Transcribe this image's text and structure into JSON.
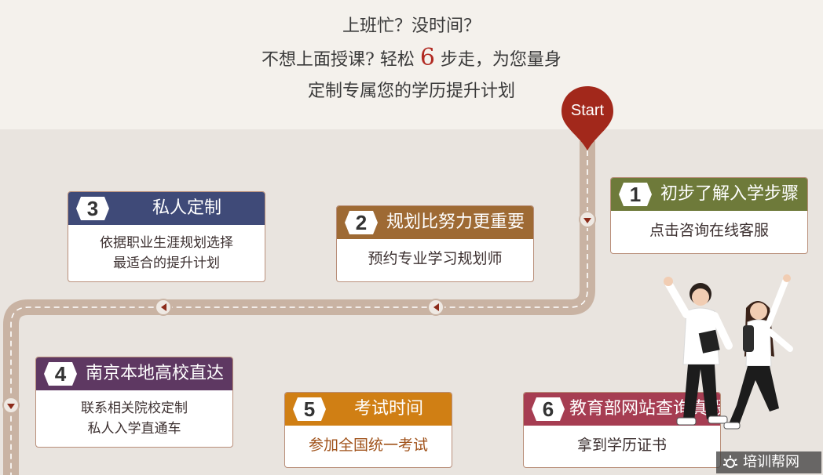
{
  "intro": {
    "line1": "上班忙？没时间？",
    "line2_before": "不想上面授课? 轻松 ",
    "line2_num": "6",
    "line2_after": " 步走，为您量身",
    "line3": "定制专属您的学历提升计划"
  },
  "start_label": "Start",
  "steps": [
    {
      "num": "1",
      "title": "初步了解入学步骤",
      "desc": [
        "点击咨询在线客服"
      ],
      "color": "#6e7a3a"
    },
    {
      "num": "2",
      "title": "规划比努力更重要",
      "desc": [
        "预约专业学习规划师"
      ],
      "color": "#9e6a34"
    },
    {
      "num": "3",
      "title": "私人定制",
      "desc": [
        "依据职业生涯规划选择",
        "最适合的提升计划"
      ],
      "color": "#3f4a78"
    },
    {
      "num": "4",
      "title": "南京本地高校直达",
      "desc": [
        "联系相关院校定制",
        "私人入学直通车"
      ],
      "color": "#5e3862"
    },
    {
      "num": "5",
      "title": "考试时间",
      "desc": [
        "参加全国统一考试"
      ],
      "color": "#d07f14"
    },
    {
      "num": "6",
      "title": "教育部网站查询真假",
      "desc": [
        "拿到学历证书"
      ],
      "color": "#a63d52"
    }
  ],
  "watermark": "培训帮网",
  "colors": {
    "road": "#c9b3a3",
    "pin": "#a2281b",
    "background": "#e9e4df"
  }
}
